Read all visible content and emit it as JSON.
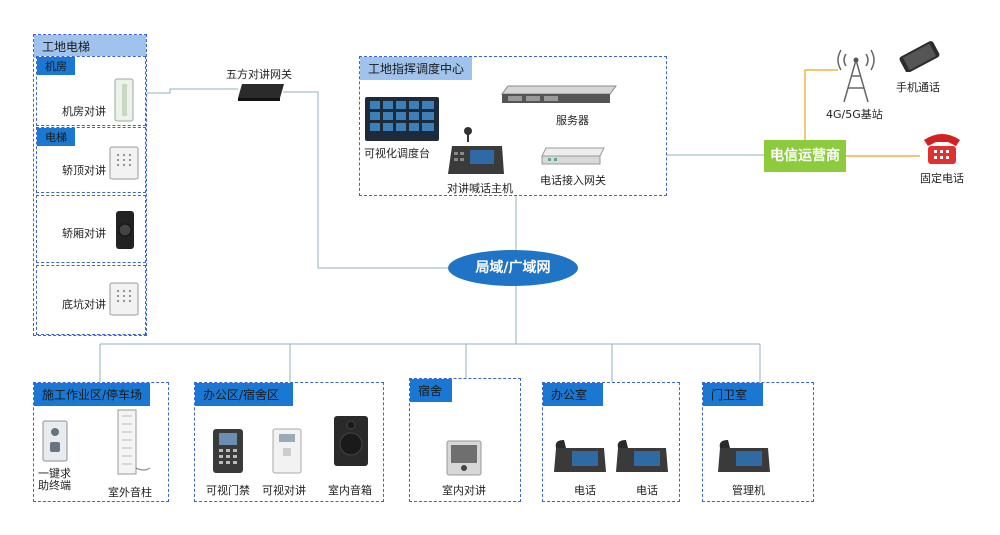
{
  "site": {
    "title": "工地电梯",
    "machine_room": {
      "header": "机房",
      "device": "机房对讲"
    },
    "elevator": {
      "header": "电梯",
      "devices": [
        "轿顶对讲",
        "轿厢对讲",
        "底坑对讲"
      ]
    }
  },
  "gateway": {
    "label": "五方对讲网关"
  },
  "command_center": {
    "title": "工地指挥调度中心",
    "console": "可视化调度台",
    "server": "服务器",
    "host": "对讲喊话主机",
    "phone_gateway": "电话接入网关"
  },
  "network": {
    "label": "局域/广域网"
  },
  "telecom": {
    "label": "电信运营商",
    "base_station": "4G/5G基站",
    "mobile": "手机通话",
    "fixed": "固定电话"
  },
  "zones": [
    {
      "title": "施工作业区/停车场",
      "items": [
        "一键求\n助终端",
        "室外音柱"
      ]
    },
    {
      "title": "办公区/宿舍区",
      "items": [
        "可视门禁",
        "可视对讲",
        "室内音箱"
      ]
    },
    {
      "title": "宿舍",
      "items": [
        "室内对讲"
      ]
    },
    {
      "title": "办公室",
      "items": [
        "电话",
        "电话"
      ]
    },
    {
      "title": "门卫室",
      "items": [
        "管理机"
      ]
    }
  ]
}
